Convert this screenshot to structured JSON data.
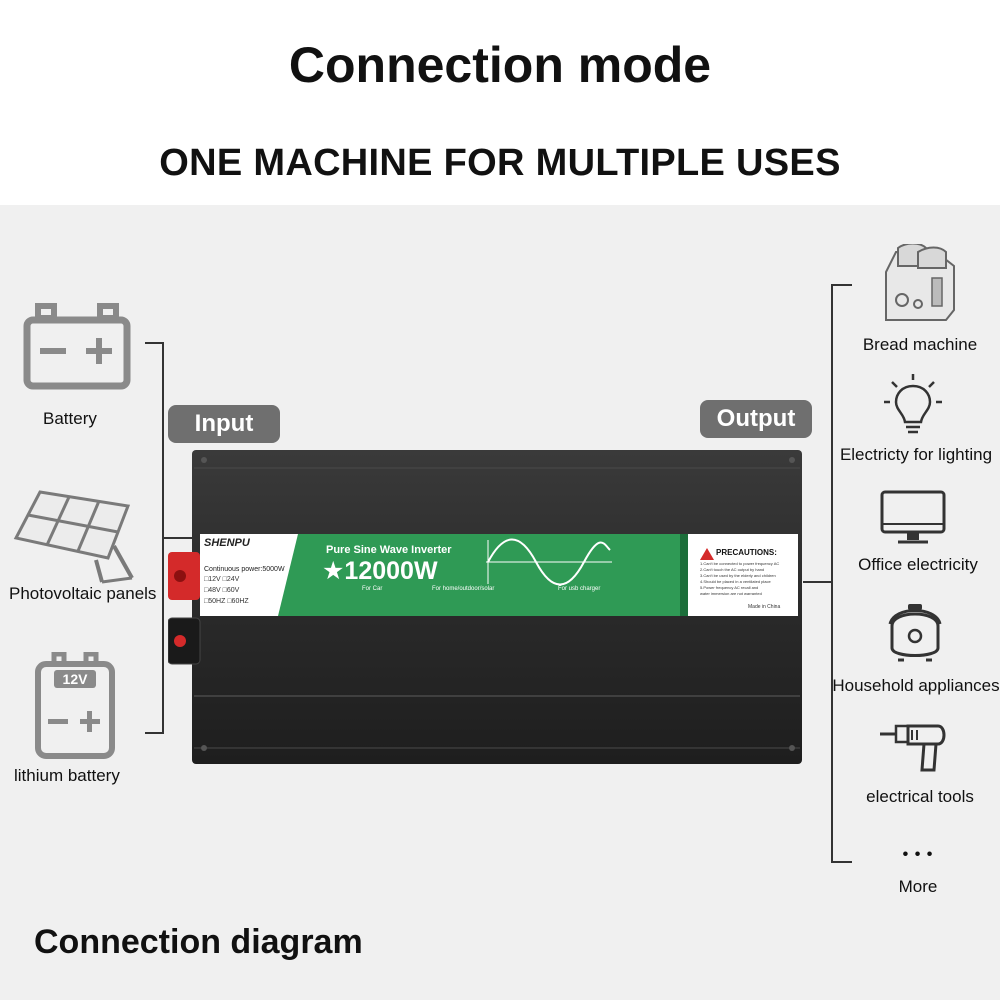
{
  "header": {
    "title": "Connection mode",
    "subtitle": "ONE MACHINE FOR MULTIPLE USES"
  },
  "tags": {
    "input": "Input",
    "output": "Output"
  },
  "inputs": [
    {
      "label": "Battery",
      "icon": "battery-icon"
    },
    {
      "label": "Photovoltaic panels",
      "icon": "solar-panel-icon"
    },
    {
      "label": "lithium battery",
      "icon": "lithium-battery-icon",
      "badge": "12V"
    }
  ],
  "outputs": [
    {
      "label": "Bread machine",
      "icon": "toaster-icon"
    },
    {
      "label": "Electricty for lighting",
      "icon": "light-bulb-icon"
    },
    {
      "label": "Office electricity",
      "icon": "monitor-icon"
    },
    {
      "label": "Household appliances",
      "icon": "rice-cooker-icon"
    },
    {
      "label": "electrical tools",
      "icon": "drill-icon"
    },
    {
      "label": "More",
      "icon": "more-icon",
      "glyph": "• • •"
    }
  ],
  "inverter": {
    "brand": "SHENPU",
    "product": "Pure Sine Wave Inverter",
    "power": "12000W",
    "continuous": "Continuous power:5000W",
    "options": [
      "12V",
      "24V",
      "48V",
      "60V",
      "50HZ",
      "60HZ"
    ],
    "uses": [
      "For Car",
      "For home/outdoor/solar",
      "For usb charger"
    ],
    "precautions_title": "PRECAUTIONS:",
    "precautions": [
      "1.Can't be connected to power frequency AC",
      "2.Can't touch the AC output by hand",
      "3.Can't be used by the elderly and children",
      "4.Should be placed in a ventilated place",
      "5.Power frequency AC recall and",
      "water immersion are not warranted"
    ],
    "made_in": "Made in China"
  },
  "footer": {
    "title": "Connection diagram"
  },
  "colors": {
    "green": "#2f9a55",
    "panel": "#2a2a2a",
    "tag": "#6f6f6f",
    "terminal_red": "#d42a2a"
  }
}
